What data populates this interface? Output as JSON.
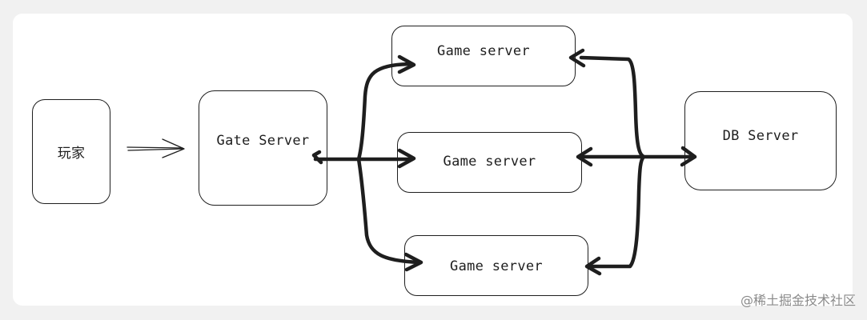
{
  "diagram": {
    "nodes": {
      "player": "玩家",
      "gate": "Gate Server",
      "game_top": "Game server",
      "game_middle": "Game server",
      "game_bottom": "Game server",
      "db": "DB Server"
    }
  },
  "watermark": "@稀土掘金技术社区",
  "colors": {
    "stroke": "#1e1e1e",
    "background": "#ffffff",
    "outer_background": "#f1f1f1"
  }
}
